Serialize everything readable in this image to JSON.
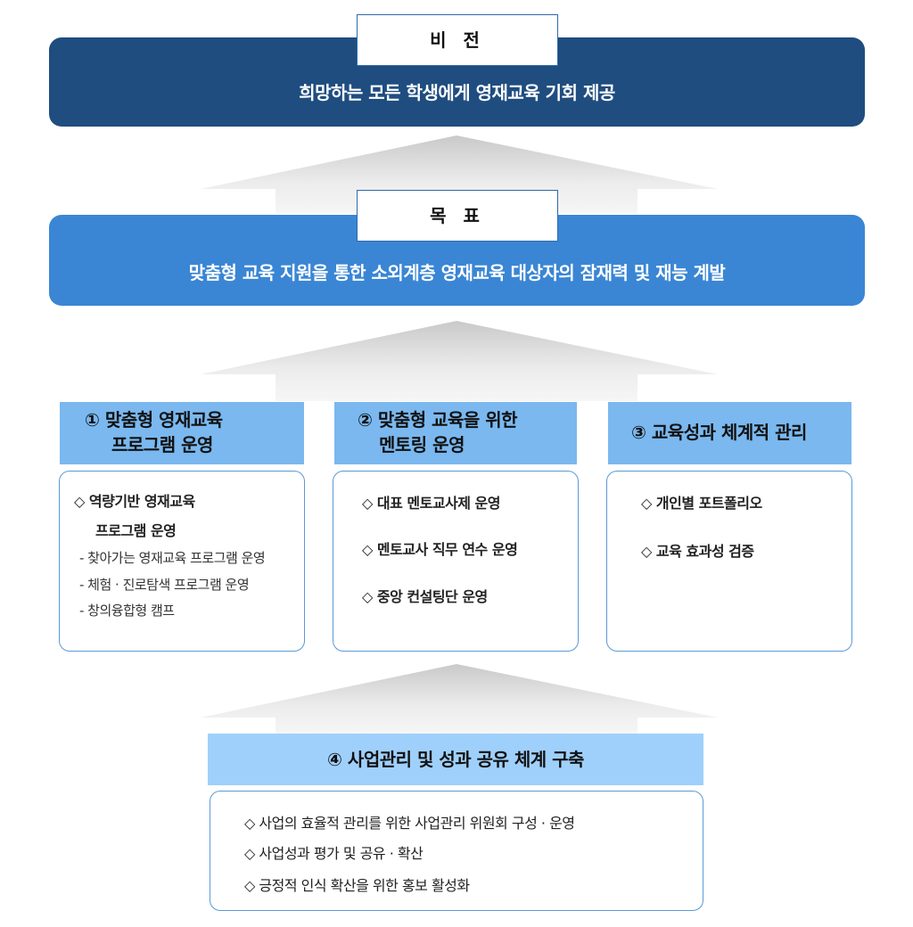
{
  "vision": {
    "label": "비 전",
    "text": "희망하는 모든 학생에게 영재교육 기회 제공"
  },
  "goal": {
    "label": "목 표",
    "text": "맞춤형 교육 지원을 통한 소외계층 영재교육 대상자의 잠재력 및 재능 계발"
  },
  "strategies": [
    {
      "title_line1": "① 맞춤형 영재교육",
      "title_line2": "프로그램 운영",
      "item_line1": "◇ 역량기반 영재교육",
      "item_line2": "프로그램 운영",
      "subitems": [
        "- 찾아가는 영재교육 프로그램 운영",
        "- 체험 · 진로탐색 프로그램 운영",
        "- 창의융합형 캠프"
      ]
    },
    {
      "title_line1": "② 맞춤형 교육을 위한",
      "title_line2": "멘토링 운영",
      "items": [
        "◇ 대표 멘토교사제 운영",
        "◇ 멘토교사 직무 연수 운영",
        "◇ 중앙 컨설팅단 운영"
      ]
    },
    {
      "title": "③ 교육성과 체계적 관리",
      "items": [
        "◇ 개인별 포트폴리오",
        "◇ 교육 효과성 검증"
      ]
    },
    {
      "title": "④ 사업관리 및 성과 공유 체계 구축",
      "items": [
        "◇ 사업의 효율적 관리를 위한 사업관리 위원회 구성 · 운영",
        "◇ 사업성과 평가 및 공유 · 확산",
        "◇ 긍정적 인식 확산을 위한 홍보 활성화"
      ]
    }
  ],
  "colors": {
    "vision": "#1f4d80",
    "goal": "#3a86d4",
    "strategy_header": "#7ab8ef",
    "strategy4_header": "#9fd0fb",
    "arrow": "#e4e4e4"
  }
}
